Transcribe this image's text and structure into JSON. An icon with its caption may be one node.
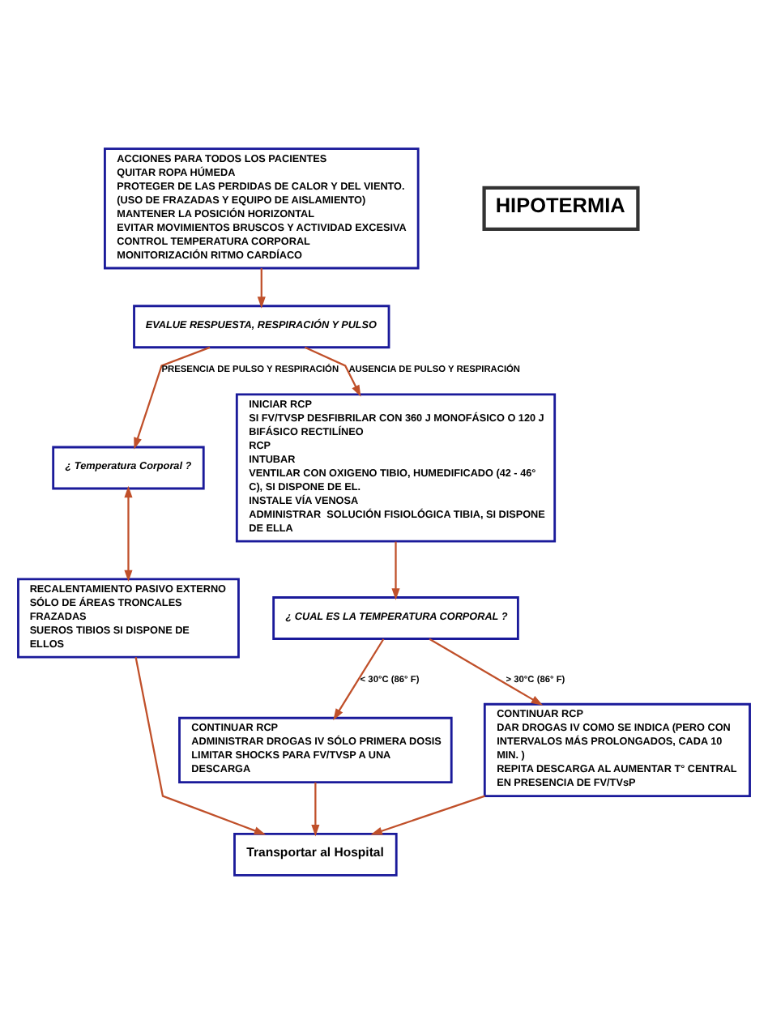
{
  "diagram": {
    "nodes": [
      {
        "text": [
          "ACCIONES PARA TODOS LOS PACIENTES",
          "QUITAR ROPA HÚMEDA",
          "PROTEGER DE LAS PERDIDAS DE CALOR Y DEL VIENTO. (USO DE FRAZADAS Y EQUIPO DE AISLAMIENTO)",
          "MANTENER LA POSICIÓN HORIZONTAL",
          "EVITAR MOVIMIENTOS BRUSCOS Y ACTIVIDAD EXCESIVA",
          "CONTROL TEMPERATURA CORPORAL",
          "MONITORIZACIÓN RITMO CARDÍACO"
        ]
      },
      {
        "text": [
          "HIPOTERMIA"
        ]
      },
      {
        "text": [
          "EVALUE RESPUESTA, RESPIRACIÓN Y PULSO"
        ]
      },
      {
        "text": [
          "¿ Temperatura Corporal ?"
        ]
      },
      {
        "text": [
          "INICIAR RCP",
          "SI FV/TVSP DESFIBRILAR CON 360 J MONOFÁSICO O 120 J BIFÁSICO RECTILÍNEO",
          "RCP",
          "INTUBAR",
          "VENTILAR CON OXIGENO TIBIO, HUMEDIFICADO (42 - 46° C), SI DISPONE DE EL.",
          "INSTALE VÍA VENOSA",
          "ADMINISTRAR  SOLUCIÓN FISIOLÓGICA TIBIA, SI DISPONE DE ELLA"
        ]
      },
      {
        "text": [
          "RECALENTAMIENTO PASIVO EXTERNO SÓLO DE ÁREAS TRONCALES",
          "FRAZADAS",
          "SUEROS TIBIOS SI DISPONE DE ELLOS"
        ]
      },
      {
        "text": [
          "¿ CUAL ES LA TEMPERATURA CORPORAL ?"
        ]
      },
      {
        "text": [
          "CONTINUAR RCP",
          "ADMINISTRAR DROGAS IV SÓLO PRIMERA DOSIS",
          "LIMITAR SHOCKS PARA FV/TVSP A UNA",
          "DESCARGA"
        ]
      },
      {
        "text": [
          "CONTINUAR RCP",
          "DAR DROGAS IV COMO SE INDICA (PERO CON INTERVALOS MÁS PROLONGADOS, CADA 10 MIN. )",
          "REPITA DESCARGA AL AUMENTAR T° CENTRAL EN PRESENCIA DE FV/TVsP"
        ]
      },
      {
        "text": [
          "Transportar al Hospital"
        ]
      }
    ],
    "edges": [
      {
        "from": 0,
        "to": 2,
        "arrow": "to"
      },
      {
        "from": 2,
        "to": 3,
        "arrow": "to",
        "label": "PRESENCIA DE PULSO Y RESPIRACIÓN"
      },
      {
        "from": 2,
        "to": 4,
        "arrow": "to",
        "label": "AUSENCIA DE PULSO Y RESPIRACIÓN"
      },
      {
        "from": 3,
        "to": 5,
        "arrow": "both"
      },
      {
        "from": 4,
        "to": 6,
        "arrow": "to"
      },
      {
        "from": 6,
        "to": 7,
        "arrow": "to",
        "label": "< 30°C (86° F)"
      },
      {
        "from": 6,
        "to": 8,
        "arrow": "to",
        "label": "> 30°C (86° F)"
      },
      {
        "from": 5,
        "to": 9,
        "arrow": "to"
      },
      {
        "from": 7,
        "to": 9,
        "arrow": "to"
      },
      {
        "from": 8,
        "to": 9,
        "arrow": "to"
      }
    ]
  }
}
